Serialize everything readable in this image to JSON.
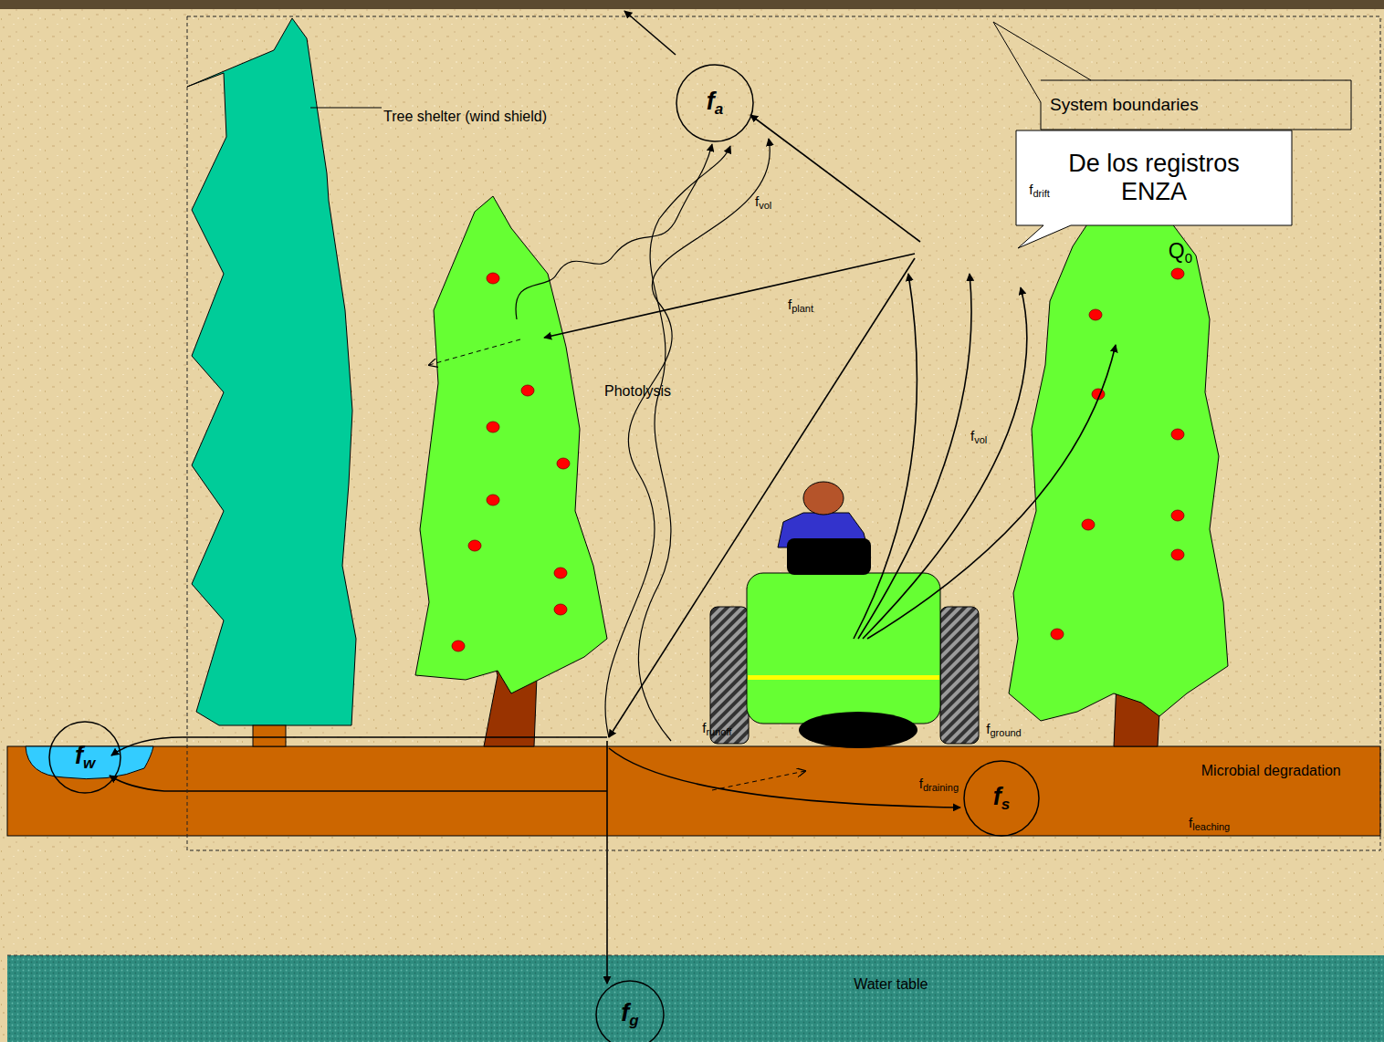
{
  "diagram": {
    "nodes": [
      {
        "text": [
          "fa"
        ]
      },
      {
        "text": [
          "System boundaries"
        ]
      },
      {
        "text": [
          "De los registros ENZA"
        ]
      },
      {
        "text": [
          "fw"
        ]
      },
      {
        "text": [
          "fs"
        ]
      },
      {
        "text": [
          "fg"
        ]
      }
    ],
    "labels": [
      "Tree shelter (wind shield)",
      "fvol",
      "fdrift",
      "Q0",
      "fplant",
      "Photolysis",
      "fvol",
      "frunoff",
      "fground",
      "Microbial degradation",
      "fdraining",
      "fleaching",
      "Water table"
    ]
  }
}
